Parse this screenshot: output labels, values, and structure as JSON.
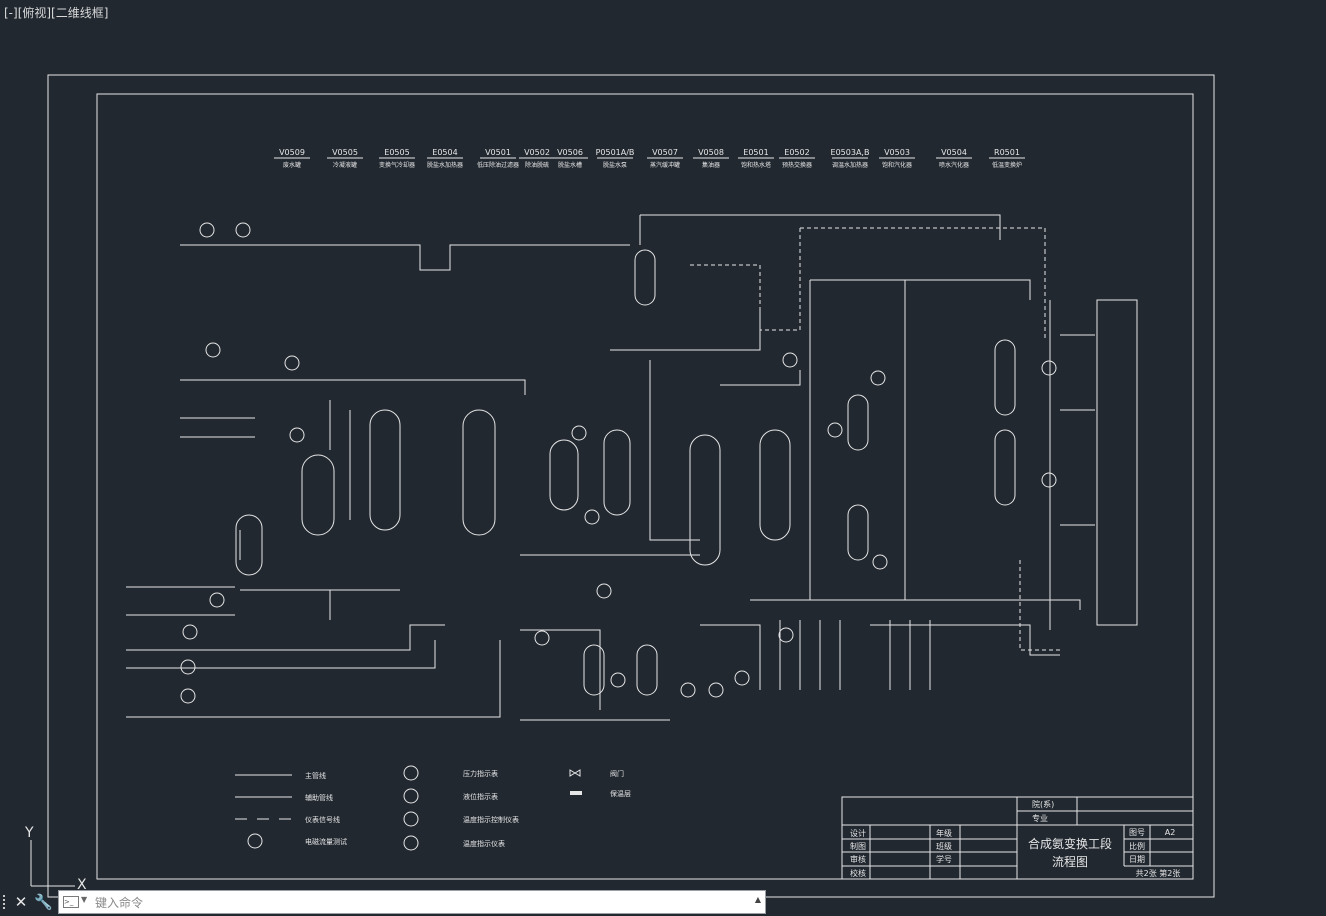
{
  "viewport_label": "[-][俯视][二维线框]",
  "command": {
    "placeholder": "键入命令"
  },
  "ucs": {
    "y_label": "Y",
    "x_label": "X"
  },
  "colors": {
    "background": "#212830",
    "line": "#e6e6e6"
  },
  "equipment_list": [
    {
      "tag": "V0509",
      "name": "废水罐"
    },
    {
      "tag": "V0505",
      "name": "冷凝液罐"
    },
    {
      "tag": "E0505",
      "name": "变换气冷却器"
    },
    {
      "tag": "E0504",
      "name": "脱盐水加热器"
    },
    {
      "tag": "V0501",
      "name": "低压除油过滤器"
    },
    {
      "tag": "V0502",
      "name": "除油脱硫"
    },
    {
      "tag": "V0506",
      "name": "脱盐水槽"
    },
    {
      "tag": "P0501A/B",
      "name": "脱盐水泵"
    },
    {
      "tag": "V0507",
      "name": "蒸汽缓冲罐"
    },
    {
      "tag": "V0508",
      "name": "集油器"
    },
    {
      "tag": "E0501",
      "name": "饱和热水塔"
    },
    {
      "tag": "E0502",
      "name": "预热交换器"
    },
    {
      "tag": "E0503A,B",
      "name": "调温水加热器"
    },
    {
      "tag": "V0503",
      "name": "饱和汽化器"
    },
    {
      "tag": "V0504",
      "name": "喷水汽化器"
    },
    {
      "tag": "R0501",
      "name": "低温变换炉"
    }
  ],
  "legend": [
    {
      "symbol": "line",
      "label": "主管线"
    },
    {
      "symbol": "line",
      "label": "辅助管线"
    },
    {
      "symbol": "dash",
      "label": "仪表信号线"
    },
    {
      "symbol": "circle",
      "label": "电磁流量测试"
    },
    {
      "symbol": "circle",
      "label": "压力指示表"
    },
    {
      "symbol": "circle",
      "label": "液位指示表"
    },
    {
      "symbol": "circle",
      "label": "温度指示控制仪表"
    },
    {
      "symbol": "circle",
      "label": "温度指示仪表"
    },
    {
      "symbol": "valve",
      "label": "阀门"
    },
    {
      "symbol": "insulation",
      "label": "保温层"
    }
  ],
  "title_block": {
    "dept": "院(系)",
    "major": "专业",
    "designer": "设计",
    "drafter": "制图",
    "reviewer": "审核",
    "checker": "校核",
    "grade": "年级",
    "class": "班级",
    "student_no": "学号",
    "title": "合成氨变换工段",
    "subtitle": "流程图",
    "drawing_no_label": "图号",
    "drawing_no": "A2",
    "scale_label": "比例",
    "date_label": "日期",
    "sheets": "共2张   第2张"
  }
}
